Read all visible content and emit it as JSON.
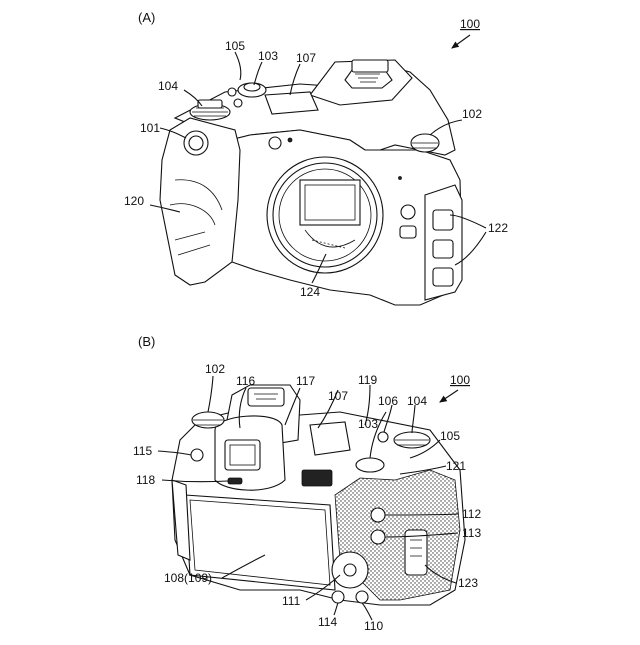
{
  "figure": {
    "panel_a": {
      "panel_label": "(A)",
      "ref_label": "100",
      "callouts": [
        "101",
        "102",
        "103",
        "104",
        "105",
        "107",
        "120",
        "122",
        "124"
      ]
    },
    "panel_b": {
      "panel_label": "(B)",
      "ref_label": "100",
      "callouts": [
        "102",
        "116",
        "117",
        "119",
        "107",
        "103",
        "106",
        "104",
        "105",
        "115",
        "118",
        "121",
        "112",
        "113",
        "108(109)",
        "123",
        "111",
        "114",
        "110"
      ]
    }
  }
}
